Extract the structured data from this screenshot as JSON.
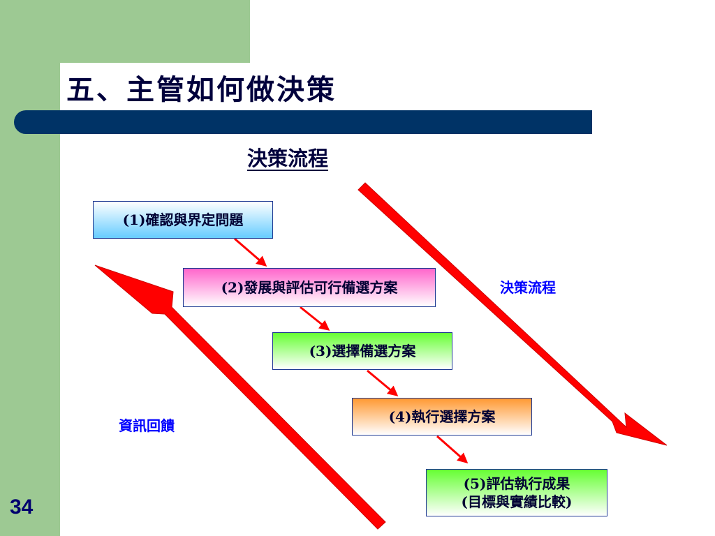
{
  "slide": {
    "title": "五、主管如何做決策",
    "subtitle": "決策流程",
    "page_number": "34"
  },
  "diagram": {
    "steps": [
      {
        "lines": [
          "(1)確認與界定問題"
        ],
        "color": "#66ccff"
      },
      {
        "lines": [
          "(2)發展與評估可行備選方案"
        ],
        "color": "#ff66cc"
      },
      {
        "lines": [
          "(3)選擇備選方案"
        ],
        "color": "#66ff33"
      },
      {
        "lines": [
          "(4)執行選擇方案"
        ],
        "color": "#ff9933"
      },
      {
        "lines": [
          "(5)評估執行成果",
          "(目標與實績比較)"
        ],
        "color": "#66ff33"
      }
    ],
    "decision_flow_label": "決策流程",
    "feedback_label": "資訊回饋",
    "arrow_color": "#ff0000",
    "label_color": "#0000ff"
  }
}
